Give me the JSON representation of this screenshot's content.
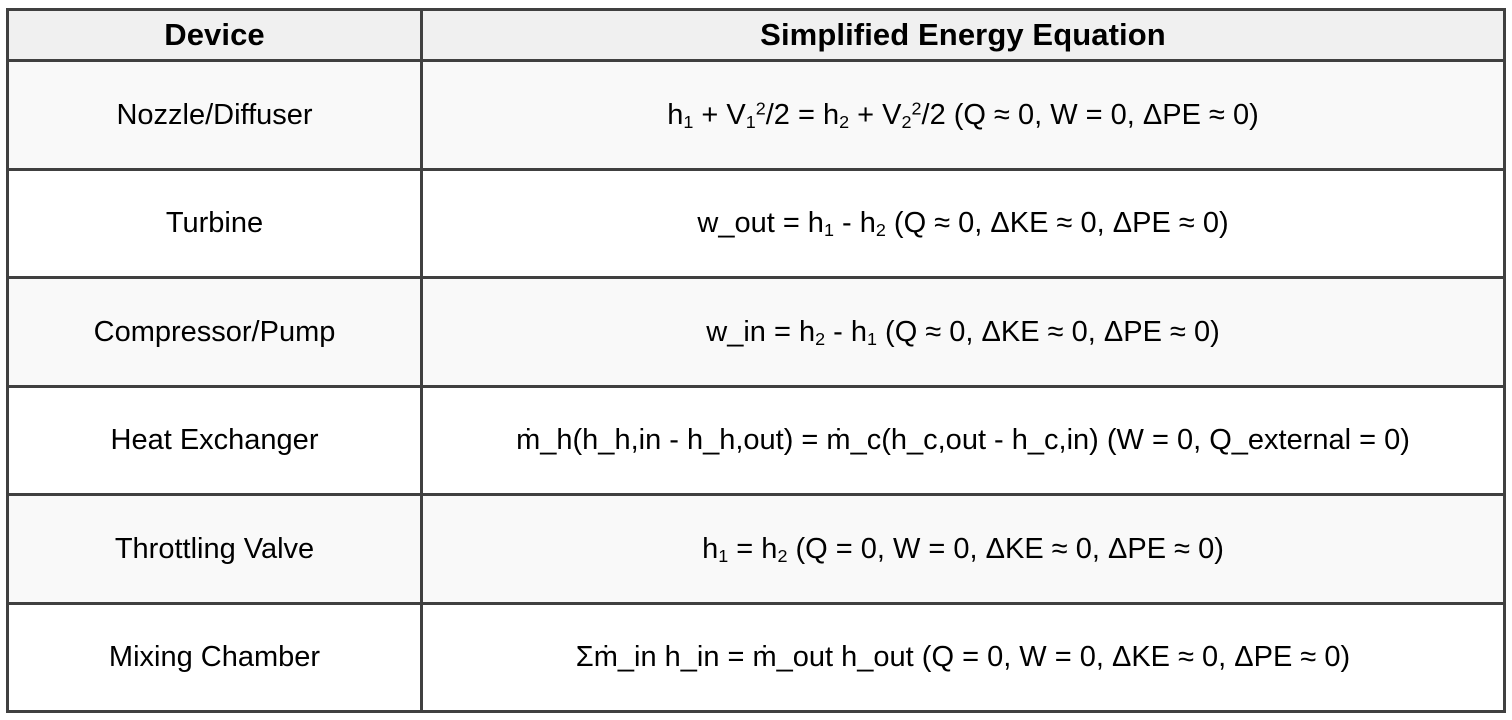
{
  "table": {
    "columns": [
      {
        "key": "device",
        "label": "Device"
      },
      {
        "key": "equation",
        "label": "Simplified Energy Equation"
      }
    ],
    "colors": {
      "border": "#404040",
      "header_background": "#f0f0f0",
      "stripe_background": "#f9f9f9",
      "row_background": "#ffffff",
      "text": "#000000"
    },
    "rows": [
      {
        "device": "Nozzle/Diffuser",
        "equation_plain": "h₁ + V₁²/2 = h₂ + V₂²/2 (Q ≈ 0, W = 0, ΔPE ≈ 0)",
        "equation_parts": [
          {
            "t": "h"
          },
          {
            "t": "1",
            "s": "sub"
          },
          {
            "t": " + V"
          },
          {
            "t": "1",
            "s": "sub"
          },
          {
            "t": "2",
            "s": "sup"
          },
          {
            "t": "/2 = h"
          },
          {
            "t": "2",
            "s": "sub"
          },
          {
            "t": " + V"
          },
          {
            "t": "2",
            "s": "sub"
          },
          {
            "t": "2",
            "s": "sup"
          },
          {
            "t": "/2 (Q ≈ 0, W = 0, ΔPE ≈ 0)"
          }
        ]
      },
      {
        "device": "Turbine",
        "equation_plain": "w_out = h₁ - h₂ (Q ≈ 0, ΔKE ≈ 0, ΔPE ≈ 0)",
        "equation_parts": [
          {
            "t": "w_out = h"
          },
          {
            "t": "1",
            "s": "sub"
          },
          {
            "t": " - h"
          },
          {
            "t": "2",
            "s": "sub"
          },
          {
            "t": " (Q ≈ 0, ΔKE ≈ 0, ΔPE ≈ 0)"
          }
        ]
      },
      {
        "device": "Compressor/Pump",
        "equation_plain": "w_in = h₂ - h₁ (Q ≈ 0, ΔKE ≈ 0, ΔPE ≈ 0)",
        "equation_parts": [
          {
            "t": "w_in = h"
          },
          {
            "t": "2",
            "s": "sub"
          },
          {
            "t": " - h"
          },
          {
            "t": "1",
            "s": "sub"
          },
          {
            "t": " (Q ≈ 0, ΔKE ≈ 0, ΔPE ≈ 0)"
          }
        ]
      },
      {
        "device": "Heat Exchanger",
        "equation_plain": "ṁ_h(h_h,in - h_h,out) = ṁ_c(h_c,out - h_c,in) (W = 0, Q_external = 0)",
        "equation_parts": [
          {
            "t": "ṁ_h(h_h,in - h_h,out) = ṁ_c(h_c,out - h_c,in) (W = 0, Q_external = 0)"
          }
        ]
      },
      {
        "device": "Throttling Valve",
        "equation_plain": "h₁ = h₂ (Q = 0, W = 0, ΔKE ≈ 0, ΔPE ≈ 0)",
        "equation_parts": [
          {
            "t": "h"
          },
          {
            "t": "1",
            "s": "sub"
          },
          {
            "t": " = h"
          },
          {
            "t": "2",
            "s": "sub"
          },
          {
            "t": " (Q = 0, W = 0, ΔKE ≈ 0, ΔPE ≈ 0)"
          }
        ]
      },
      {
        "device": "Mixing Chamber",
        "equation_plain": "Σṁ_in h_in = ṁ_out h_out (Q = 0, W = 0, ΔKE ≈ 0, ΔPE ≈ 0)",
        "equation_parts": [
          {
            "t": "Σṁ_in h_in = ṁ_out h_out (Q = 0, W = 0, ΔKE ≈ 0, ΔPE ≈ 0)"
          }
        ]
      }
    ]
  }
}
